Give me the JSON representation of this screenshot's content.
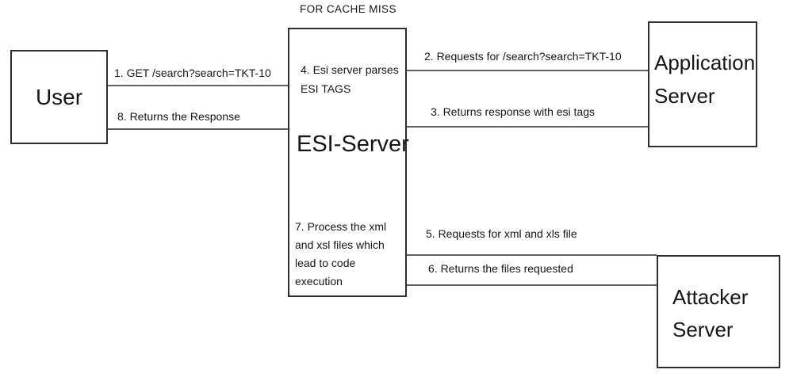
{
  "diagram": {
    "title": "FOR CACHE MISS",
    "colors": {
      "background": "#ffffff",
      "border": "#2f2f2f",
      "line": "#5f5f5f",
      "text": "#161616"
    },
    "nodes": {
      "user": {
        "label": "User"
      },
      "esi": {
        "label": "ESI-Server",
        "step4_note": "4. Esi server parses\nESI TAGS",
        "step7_note": "7. Process the xml\nand xsl files which\nlead to code\nexecution"
      },
      "app": {
        "label": "Application\nServer"
      },
      "attacker": {
        "label": "Attacker\nServer"
      }
    },
    "messages": [
      {
        "id": "1",
        "text": "1. GET /search?search=TKT-10",
        "from": "user",
        "to": "esi"
      },
      {
        "id": "2",
        "text": "2. Requests for /search?search=TKT-10",
        "from": "esi",
        "to": "app"
      },
      {
        "id": "3",
        "text": "3. Returns response with esi tags",
        "from": "app",
        "to": "esi"
      },
      {
        "id": "5",
        "text": "5. Requests for xml and xls file",
        "from": "esi",
        "to": "attacker"
      },
      {
        "id": "6",
        "text": "6. Returns the files requested",
        "from": "attacker",
        "to": "esi"
      },
      {
        "id": "8",
        "text": "8. Returns the Response",
        "from": "esi",
        "to": "user"
      }
    ]
  }
}
